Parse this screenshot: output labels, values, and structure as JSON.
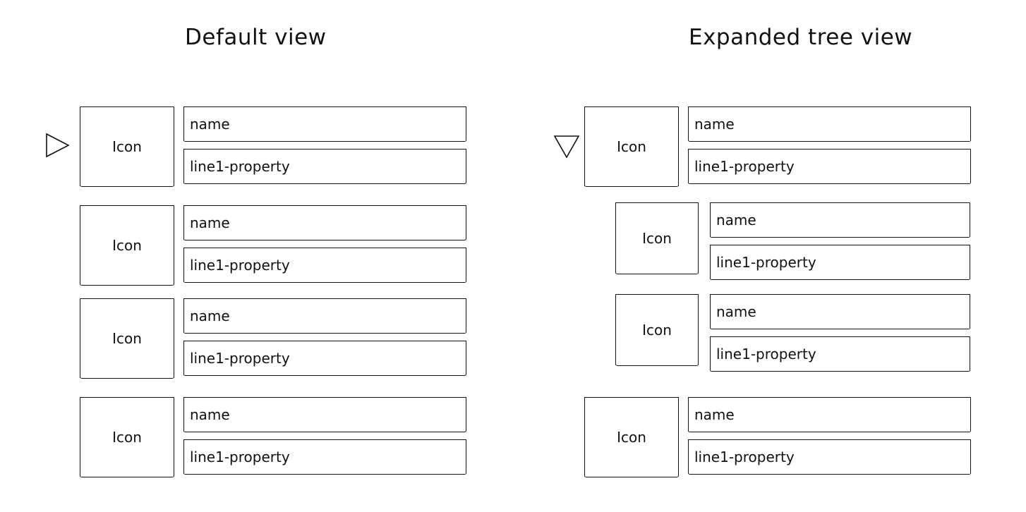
{
  "titles": {
    "default": "Default view",
    "expanded": "Expanded tree view"
  },
  "default_view": {
    "toggle_icon": "triangle-right-icon",
    "items": [
      {
        "icon_label": "Icon",
        "name": "name",
        "property": "line1-property"
      },
      {
        "icon_label": "Icon",
        "name": "name",
        "property": "line1-property"
      },
      {
        "icon_label": "Icon",
        "name": "name",
        "property": "line1-property"
      },
      {
        "icon_label": "Icon",
        "name": "name",
        "property": "line1-property"
      }
    ]
  },
  "expanded_view": {
    "toggle_icon": "triangle-down-icon",
    "parent": {
      "icon_label": "Icon",
      "name": "name",
      "property": "line1-property"
    },
    "children": [
      {
        "icon_label": "Icon",
        "name": "name",
        "property": "line1-property"
      },
      {
        "icon_label": "Icon",
        "name": "name",
        "property": "line1-property"
      }
    ],
    "items": [
      {
        "icon_label": "Icon",
        "name": "name",
        "property": "line1-property"
      }
    ]
  }
}
